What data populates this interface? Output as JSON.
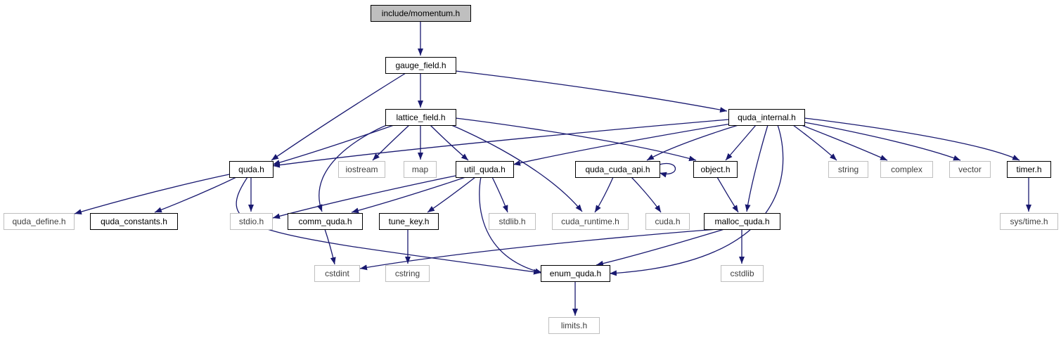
{
  "diagram": {
    "colors": {
      "edge": "#191970",
      "node_border": "#000000",
      "ext_border": "#bfbfbf",
      "root_fill": "#bfbfbf",
      "ext_text": "#404040",
      "node_text": "#000000"
    },
    "nodes": [
      {
        "id": "momentum",
        "label": "include/momentum.h",
        "kind": "root"
      },
      {
        "id": "gauge_field",
        "label": "gauge_field.h",
        "kind": "internal"
      },
      {
        "id": "lattice_field",
        "label": "lattice_field.h",
        "kind": "internal"
      },
      {
        "id": "quda_internal",
        "label": "quda_internal.h",
        "kind": "internal"
      },
      {
        "id": "quda",
        "label": "quda.h",
        "kind": "internal"
      },
      {
        "id": "iostream",
        "label": "iostream",
        "kind": "external"
      },
      {
        "id": "map",
        "label": "map",
        "kind": "external"
      },
      {
        "id": "util_quda",
        "label": "util_quda.h",
        "kind": "internal"
      },
      {
        "id": "quda_cuda_api",
        "label": "quda_cuda_api.h",
        "kind": "internal"
      },
      {
        "id": "object",
        "label": "object.h",
        "kind": "internal"
      },
      {
        "id": "string",
        "label": "string",
        "kind": "external"
      },
      {
        "id": "complex",
        "label": "complex",
        "kind": "external"
      },
      {
        "id": "vector",
        "label": "vector",
        "kind": "external"
      },
      {
        "id": "timer",
        "label": "timer.h",
        "kind": "internal"
      },
      {
        "id": "quda_define",
        "label": "quda_define.h",
        "kind": "external"
      },
      {
        "id": "quda_constants",
        "label": "quda_constants.h",
        "kind": "internal"
      },
      {
        "id": "stdio",
        "label": "stdio.h",
        "kind": "external"
      },
      {
        "id": "comm_quda",
        "label": "comm_quda.h",
        "kind": "internal"
      },
      {
        "id": "tune_key",
        "label": "tune_key.h",
        "kind": "internal"
      },
      {
        "id": "stdlib",
        "label": "stdlib.h",
        "kind": "external"
      },
      {
        "id": "cuda_runtime",
        "label": "cuda_runtime.h",
        "kind": "external"
      },
      {
        "id": "cuda",
        "label": "cuda.h",
        "kind": "external"
      },
      {
        "id": "malloc_quda",
        "label": "malloc_quda.h",
        "kind": "internal"
      },
      {
        "id": "sys_time",
        "label": "sys/time.h",
        "kind": "external"
      },
      {
        "id": "cstdint",
        "label": "cstdint",
        "kind": "external"
      },
      {
        "id": "cstring",
        "label": "cstring",
        "kind": "external"
      },
      {
        "id": "enum_quda",
        "label": "enum_quda.h",
        "kind": "internal"
      },
      {
        "id": "cstdlib",
        "label": "cstdlib",
        "kind": "external"
      },
      {
        "id": "limits",
        "label": "limits.h",
        "kind": "external"
      }
    ],
    "edges": [
      [
        "momentum",
        "gauge_field"
      ],
      [
        "gauge_field",
        "lattice_field"
      ],
      [
        "gauge_field",
        "quda_internal"
      ],
      [
        "gauge_field",
        "quda"
      ],
      [
        "lattice_field",
        "quda"
      ],
      [
        "lattice_field",
        "iostream"
      ],
      [
        "lattice_field",
        "map"
      ],
      [
        "lattice_field",
        "util_quda"
      ],
      [
        "lattice_field",
        "comm_quda"
      ],
      [
        "lattice_field",
        "cuda_runtime"
      ],
      [
        "lattice_field",
        "object"
      ],
      [
        "quda_internal",
        "quda"
      ],
      [
        "quda_internal",
        "util_quda"
      ],
      [
        "quda_internal",
        "quda_cuda_api"
      ],
      [
        "quda_internal",
        "object"
      ],
      [
        "quda_internal",
        "malloc_quda"
      ],
      [
        "quda_internal",
        "enum_quda"
      ],
      [
        "quda_internal",
        "string"
      ],
      [
        "quda_internal",
        "complex"
      ],
      [
        "quda_internal",
        "vector"
      ],
      [
        "quda_internal",
        "timer"
      ],
      [
        "quda",
        "quda_define"
      ],
      [
        "quda",
        "quda_constants"
      ],
      [
        "quda",
        "stdio"
      ],
      [
        "quda",
        "enum_quda"
      ],
      [
        "util_quda",
        "stdio"
      ],
      [
        "util_quda",
        "comm_quda"
      ],
      [
        "util_quda",
        "tune_key"
      ],
      [
        "util_quda",
        "stdlib"
      ],
      [
        "util_quda",
        "enum_quda"
      ],
      [
        "quda_cuda_api",
        "quda_cuda_api"
      ],
      [
        "quda_cuda_api",
        "cuda_runtime"
      ],
      [
        "quda_cuda_api",
        "cuda"
      ],
      [
        "object",
        "malloc_quda"
      ],
      [
        "timer",
        "sys_time"
      ],
      [
        "comm_quda",
        "cstdint"
      ],
      [
        "tune_key",
        "cstring"
      ],
      [
        "malloc_quda",
        "cstdint"
      ],
      [
        "malloc_quda",
        "enum_quda"
      ],
      [
        "malloc_quda",
        "cstdlib"
      ],
      [
        "enum_quda",
        "limits"
      ]
    ]
  }
}
